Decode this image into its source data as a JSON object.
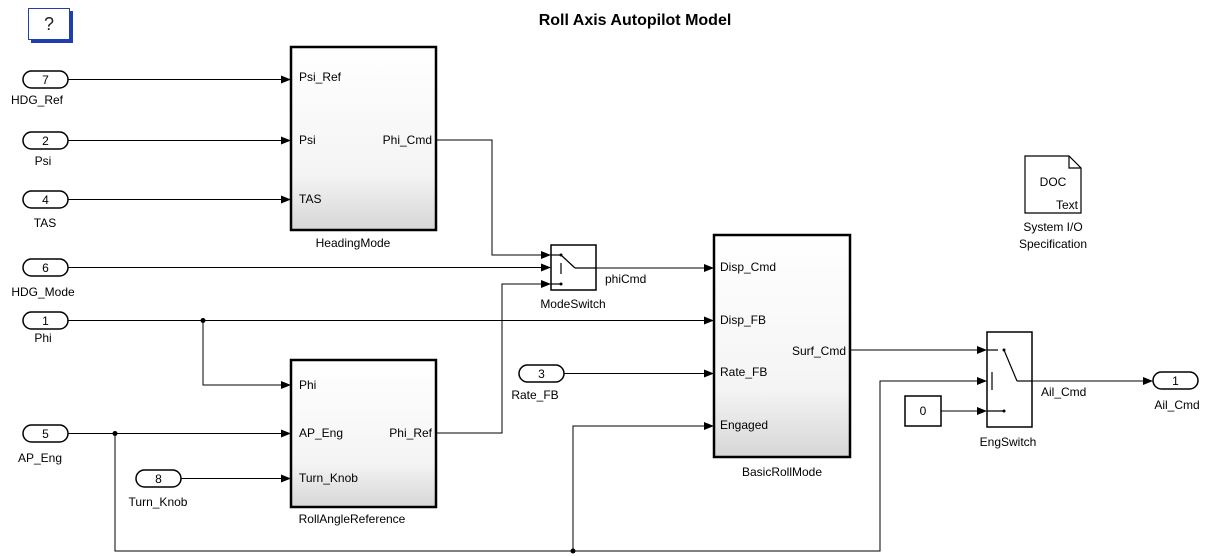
{
  "title": "Roll Axis Autopilot Model",
  "help_glyph": "?",
  "inports": [
    {
      "num": "7",
      "name": "HDG_Ref"
    },
    {
      "num": "2",
      "name": "Psi"
    },
    {
      "num": "4",
      "name": "TAS"
    },
    {
      "num": "6",
      "name": "HDG_Mode"
    },
    {
      "num": "1",
      "name": "Phi"
    },
    {
      "num": "5",
      "name": "AP_Eng"
    },
    {
      "num": "8",
      "name": "Turn_Knob"
    },
    {
      "num": "3",
      "name": "Rate_FB"
    }
  ],
  "outport": {
    "num": "1",
    "name": "Ail_Cmd"
  },
  "heading_mode": {
    "name": "HeadingMode",
    "in_ports": [
      "Psi_Ref",
      "Psi",
      "TAS"
    ],
    "out_port": "Phi_Cmd"
  },
  "roll_angle_ref": {
    "name": "RollAngleReference",
    "in_ports": [
      "Phi",
      "AP_Eng",
      "Turn_Knob"
    ],
    "out_port": "Phi_Ref"
  },
  "basic_roll": {
    "name": "BasicRollMode",
    "in_ports": [
      "Disp_Cmd",
      "Disp_FB",
      "Rate_FB",
      "Engaged"
    ],
    "out_port": "Surf_Cmd"
  },
  "mode_switch": {
    "name": "ModeSwitch",
    "signal": "phiCmd"
  },
  "eng_switch": {
    "name": "EngSwitch",
    "signal": "Ail_Cmd"
  },
  "constant": "0",
  "doc_block": {
    "icon_title": "DOC",
    "icon_sub": "Text",
    "caption_1": "System I/O",
    "caption_2": "Specification"
  }
}
